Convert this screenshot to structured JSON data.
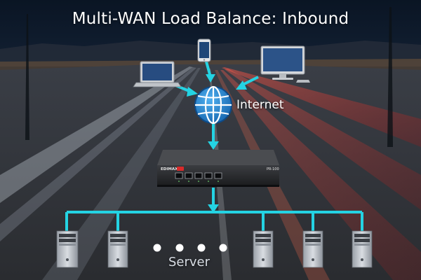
{
  "title": "Multi-WAN Load Balance: Inbound",
  "internet_label": "Internet",
  "server_label": "Server",
  "device": {
    "brand": "EDIMAX",
    "model": "PR-100"
  },
  "colors": {
    "accent": "#24d3e3",
    "globe": "#2a8ad6",
    "background": "#0c1420"
  },
  "clients": [
    {
      "icon": "laptop-icon"
    },
    {
      "icon": "smartphone-icon"
    },
    {
      "icon": "desktop-monitor-icon"
    }
  ],
  "servers": [
    {
      "icon": "server-tower-icon"
    },
    {
      "icon": "server-tower-icon"
    },
    {
      "icon": "server-tower-icon"
    },
    {
      "icon": "server-tower-icon"
    },
    {
      "icon": "server-tower-icon"
    }
  ]
}
